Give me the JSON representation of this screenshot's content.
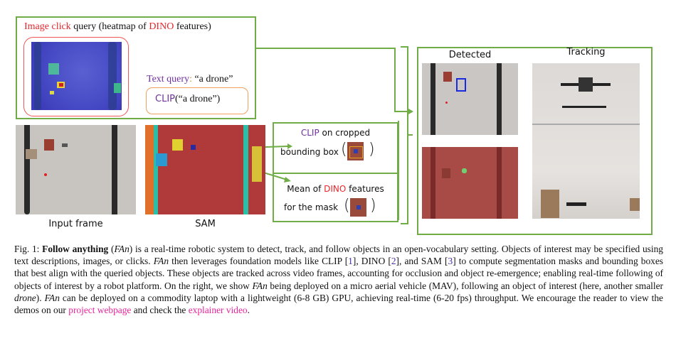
{
  "figure": {
    "query_panel": {
      "image_click_title_part1": "Image click",
      "image_click_title_part2": " query (heatmap of ",
      "image_click_title_part3": "DINO",
      "image_click_title_part4": " features)",
      "text_query_label": "Text query",
      "text_query_colon": ":",
      "text_query_value": " “a drone”",
      "clip_box_prefix": "CLIP",
      "clip_box_value": "(“a drone”)"
    },
    "input_frame_label": "Input frame",
    "sam_label": "SAM",
    "feature_panel": {
      "clip_prefix": "CLIP",
      "clip_rest": " on cropped",
      "clip_line2": "bounding box",
      "dino_pre": "Mean of ",
      "dino_word": "DINO",
      "dino_post": " features",
      "dino_line2": "for the mask "
    },
    "result_panel": {
      "detected_label": "Detected",
      "tracking_label": "Tracking"
    },
    "colors": {
      "panel_border": "#70ad47",
      "highlight_red": "#e8262b",
      "clip_purple": "#7030a0",
      "link_pink": "#e8259a"
    }
  },
  "caption": {
    "fig_label": "Fig. 1: ",
    "bold_title": "Follow anything",
    "t1": " (",
    "fan": "FAn",
    "t2": ") is a real-time robotic system to detect, track, and follow objects in an open-vocabulary setting. Objects of interest may be specified using text descriptions, images, or clicks. ",
    "fan2": "FAn",
    "t3": " then leverages foundation models like CLIP [",
    "ref1": "1",
    "t4": "], DINO [",
    "ref2": "2",
    "t5": "], and SAM [",
    "ref3": "3",
    "t6": "] to compute segmentation masks and bounding boxes that best align with the queried objects. These objects are tracked across video frames, accounting for occlusion and object re-emergence; enabling real-time following of objects of interest by a robot platform. On the right, we show ",
    "fan3": "FAn",
    "t7": " being deployed on a micro aerial vehicle (MAV), following an object of interest (here, another smaller ",
    "drone": "drone",
    "t8": "). ",
    "fan4": "FAn",
    "t9": " can be deployed on a commodity laptop with a lightweight (6-8 GB) GPU, achieving real-time (6-20 fps) throughput. We encourage the reader to view the demos on our ",
    "link1": "project webpage",
    "t10": " and check the ",
    "link2": "explainer video",
    "t11": "."
  }
}
